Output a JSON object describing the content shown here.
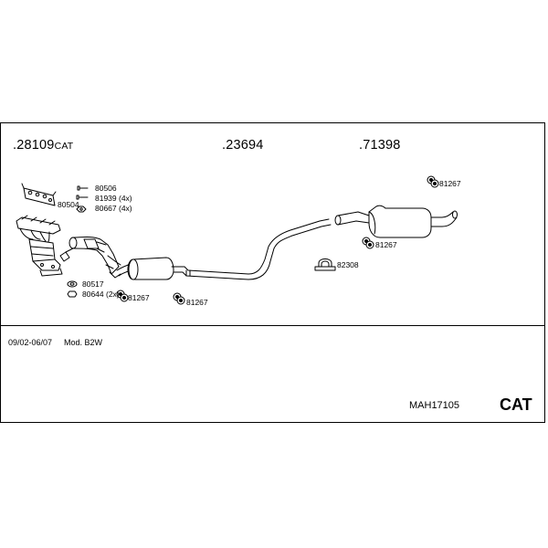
{
  "headers": {
    "group1": "28109",
    "group1_suffix": "CAT",
    "group2": "23694",
    "group3": "71398"
  },
  "parts": {
    "p80506": "80506",
    "p81939": "81939 (4x)",
    "p80667": "80667 (4x)",
    "p80504": "80504",
    "p80517": "80517",
    "p80644": "80644 (2x)",
    "p81267_a": "81267",
    "p81267_b": "81267",
    "p81267_c": "81267",
    "p81267_d": "81267",
    "p82308": "82308"
  },
  "footer": {
    "date_range": "09/02-06/07",
    "model": "Mod. B2W",
    "product_code": "MAH17105",
    "badge": "CAT"
  },
  "icons": [
    "manifold-gasket-icon",
    "catalytic-manifold-icon",
    "front-pipe-icon",
    "middle-silencer-icon",
    "rear-silencer-icon",
    "rubber-hanger-icon",
    "pipe-clamp-icon",
    "bolt-icon",
    "nut-icon",
    "gasket-ring-icon"
  ]
}
